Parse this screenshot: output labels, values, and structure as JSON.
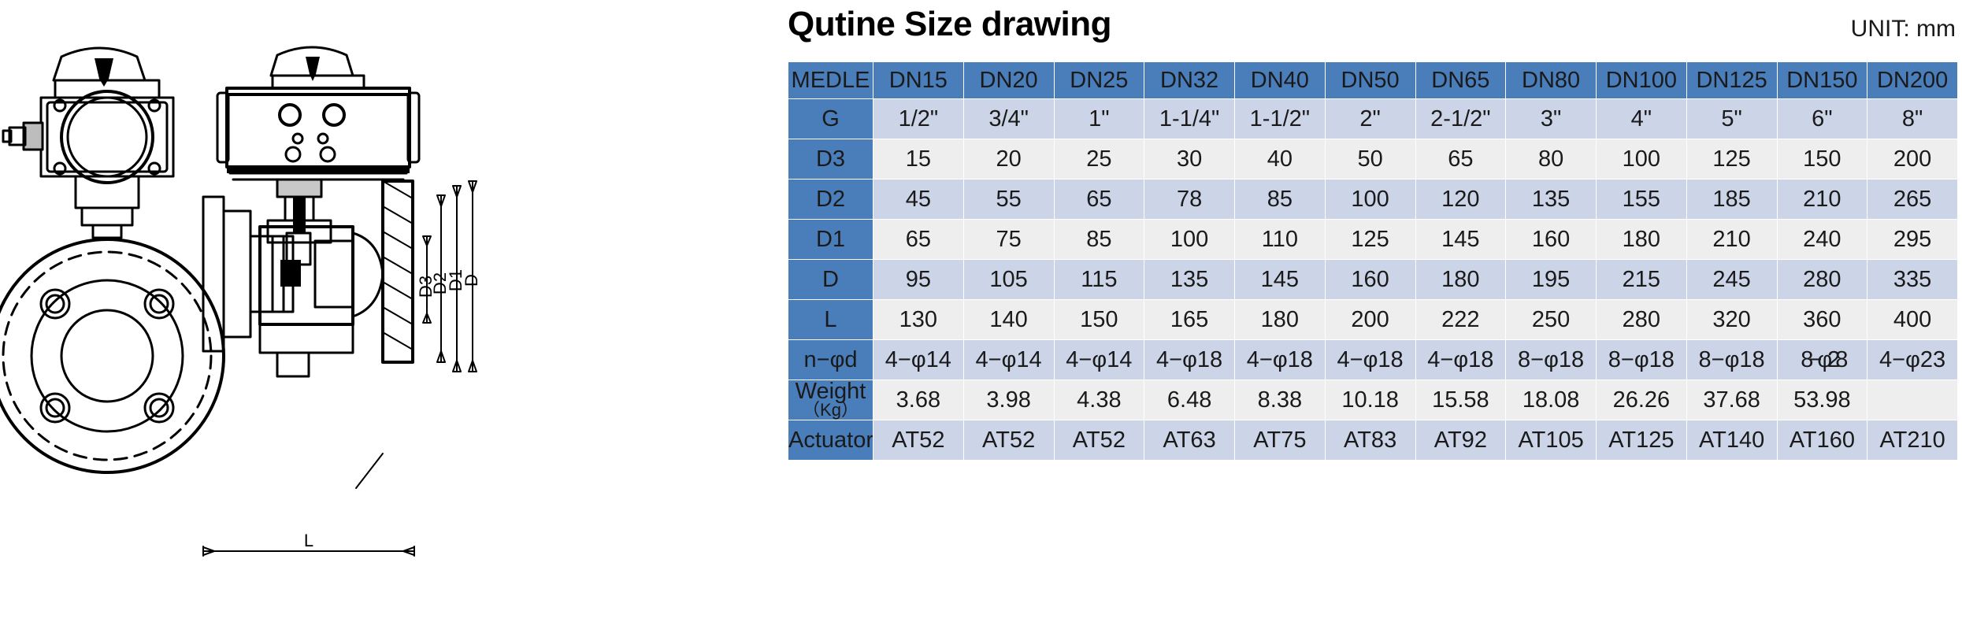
{
  "header": {
    "title": "Qutine Size drawing",
    "unit_label": "UNIT: mm"
  },
  "drawing": {
    "labels": {
      "d3": "D3",
      "d2": "D2",
      "d1": "D1",
      "d": "D",
      "l": "L"
    }
  },
  "table": {
    "row_header_label": "MEDLE",
    "columns": [
      "DN15",
      "DN20",
      "DN25",
      "DN32",
      "DN40",
      "DN50",
      "DN65",
      "DN80",
      "DN100",
      "DN125",
      "DN150",
      "DN200"
    ],
    "rows": [
      {
        "label": "G",
        "sub": "",
        "style": "dark",
        "values": [
          "1/2\"",
          "3/4\"",
          "1\"",
          "1-1/4\"",
          "1-1/2\"",
          "2\"",
          "2-1/2\"",
          "3\"",
          "4\"",
          "5\"",
          "6\"",
          "8\""
        ]
      },
      {
        "label": "D3",
        "sub": "",
        "style": "light",
        "values": [
          "15",
          "20",
          "25",
          "30",
          "40",
          "50",
          "65",
          "80",
          "100",
          "125",
          "150",
          "200"
        ]
      },
      {
        "label": "D2",
        "sub": "",
        "style": "dark",
        "values": [
          "45",
          "55",
          "65",
          "78",
          "85",
          "100",
          "120",
          "135",
          "155",
          "185",
          "210",
          "265"
        ]
      },
      {
        "label": "D1",
        "sub": "",
        "style": "light",
        "values": [
          "65",
          "75",
          "85",
          "100",
          "110",
          "125",
          "145",
          "160",
          "180",
          "210",
          "240",
          "295"
        ]
      },
      {
        "label": "D",
        "sub": "",
        "style": "dark",
        "values": [
          "95",
          "105",
          "115",
          "135",
          "145",
          "160",
          "180",
          "195",
          "215",
          "245",
          "280",
          "335"
        ]
      },
      {
        "label": "L",
        "sub": "",
        "style": "light",
        "values": [
          "130",
          "140",
          "150",
          "165",
          "180",
          "200",
          "222",
          "250",
          "280",
          "320",
          "360",
          "400"
        ]
      },
      {
        "label": "n−φd",
        "sub": "",
        "style": "dark",
        "values": [
          "4−φ14",
          "4−φ14",
          "4−φ14",
          "4−φ18",
          "4−φ18",
          "4−φ18",
          "4−φ18",
          "8−φ18",
          "8−φ18",
          "8−φ18",
          "8−φ28",
          "4−φ23"
        ]
      },
      {
        "label": "Weight",
        "sub": "（Kg）",
        "style": "light",
        "values": [
          "3.68",
          "3.98",
          "4.38",
          "6.48",
          "8.38",
          "10.18",
          "15.58",
          "18.08",
          "26.26",
          "37.68",
          "53.98",
          ""
        ]
      },
      {
        "label": "Actuator",
        "sub": "",
        "style": "dark",
        "values": [
          "AT52",
          "AT52",
          "AT52",
          "AT63",
          "AT75",
          "AT83",
          "AT92",
          "AT105",
          "AT125",
          "AT140",
          "AT160",
          "AT210"
        ]
      }
    ]
  },
  "colors": {
    "header_blue": "#4a7ebb",
    "row_light": "#eeeeee",
    "row_dark": "#ccd4e8",
    "text_dark": "#1a1a1a"
  }
}
